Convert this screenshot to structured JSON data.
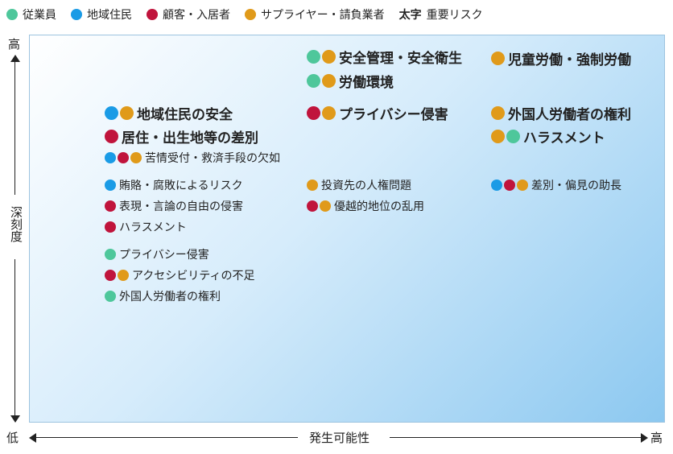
{
  "colors": {
    "employee": "#4ec79b",
    "community": "#1a9be6",
    "customer": "#c0143c",
    "supplier": "#e09a1a"
  },
  "legend": {
    "employee": "従業員",
    "community": "地域住民",
    "customer": "顧客・入居者",
    "supplier": "サプライヤー・請負業者",
    "bold_label": "太字",
    "bold_meaning": "重要リスク"
  },
  "axes": {
    "y_high": "高",
    "y_title": "深刻度",
    "y_low": "低",
    "x_title": "発生可能性",
    "x_high": "高"
  },
  "risks": [
    {
      "label": "安全管理・安全衛生",
      "stakeholders": [
        "employee",
        "supplier"
      ],
      "important": true
    },
    {
      "label": "労働環境",
      "stakeholders": [
        "employee",
        "supplier"
      ],
      "important": true
    },
    {
      "label": "児童労働・強制労働",
      "stakeholders": [
        "supplier"
      ],
      "important": true
    },
    {
      "label": "地域住民の安全",
      "stakeholders": [
        "community",
        "supplier"
      ],
      "important": true
    },
    {
      "label": "プライバシー侵害",
      "stakeholders": [
        "customer",
        "supplier"
      ],
      "important": true
    },
    {
      "label": "外国人労働者の権利",
      "stakeholders": [
        "supplier"
      ],
      "important": true
    },
    {
      "label": "居住・出生地等の差別",
      "stakeholders": [
        "customer"
      ],
      "important": true
    },
    {
      "label": "ハラスメント",
      "stakeholders": [
        "supplier",
        "employee"
      ],
      "important": true
    },
    {
      "label": "苦情受付・救済手段の欠如",
      "stakeholders": [
        "community",
        "customer",
        "supplier"
      ],
      "important": false
    },
    {
      "label": "賄賂・腐敗によるリスク",
      "stakeholders": [
        "community"
      ],
      "important": false
    },
    {
      "label": "投資先の人権問題",
      "stakeholders": [
        "supplier"
      ],
      "important": false
    },
    {
      "label": "差別・偏見の助長",
      "stakeholders": [
        "community",
        "customer",
        "supplier"
      ],
      "important": false
    },
    {
      "label": "表現・言論の自由の侵害",
      "stakeholders": [
        "customer"
      ],
      "important": false
    },
    {
      "label": "優越的地位の乱用",
      "stakeholders": [
        "customer",
        "supplier"
      ],
      "important": false
    },
    {
      "label": "ハラスメント",
      "stakeholders": [
        "customer"
      ],
      "important": false
    },
    {
      "label": "プライバシー侵害",
      "stakeholders": [
        "employee"
      ],
      "important": false
    },
    {
      "label": "アクセシビリティの不足",
      "stakeholders": [
        "customer",
        "supplier"
      ],
      "important": false
    },
    {
      "label": "外国人労働者の権利",
      "stakeholders": [
        "employee"
      ],
      "important": false
    }
  ]
}
